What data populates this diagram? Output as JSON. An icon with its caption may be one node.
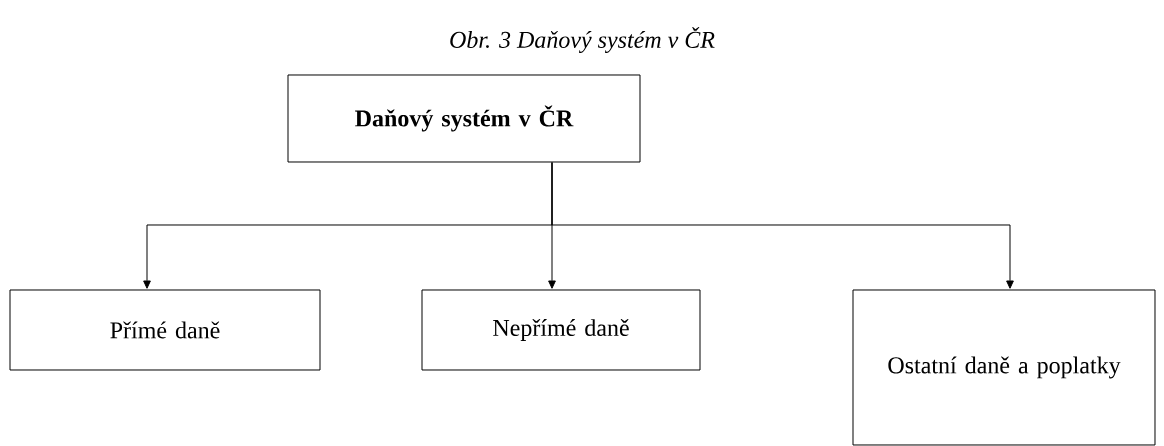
{
  "diagram": {
    "title": "Obr. 3 Daňový systém v ČR",
    "nodes": [
      {
        "text": [
          "Daňový systém v ČR"
        ]
      },
      {
        "text": [
          "Přímé daně"
        ]
      },
      {
        "text": [
          "Nepřímé daně"
        ]
      },
      {
        "text": [
          "Ostatní daně a poplatky"
        ]
      }
    ],
    "edges": [
      {
        "from": 0,
        "to": 1,
        "arrow": "to"
      },
      {
        "from": 0,
        "to": 2,
        "arrow": "to"
      },
      {
        "from": 0,
        "to": 3,
        "arrow": "to"
      }
    ]
  }
}
